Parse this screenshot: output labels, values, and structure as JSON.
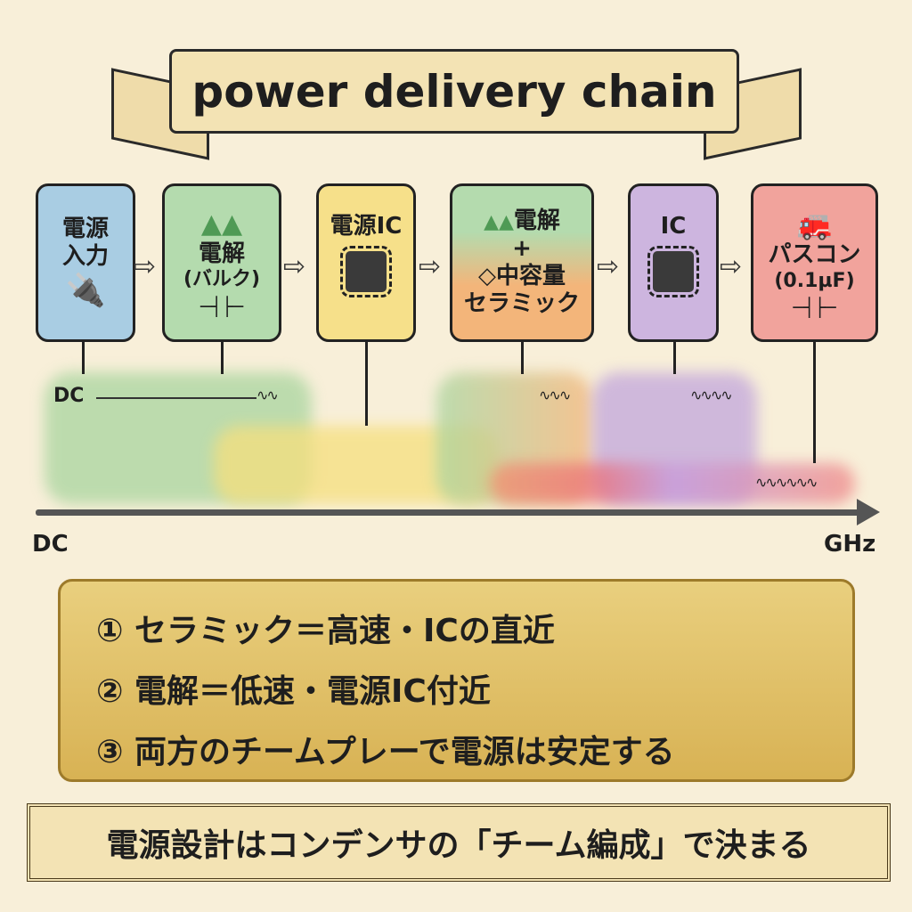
{
  "title": "power delivery chain",
  "blocks": [
    {
      "label": "電源入力",
      "icon": "plug-icon",
      "color": "#a9cde3"
    },
    {
      "label": "電解",
      "sub": "(バルク)",
      "icon": "mountain-icon",
      "color": "#b4dbae"
    },
    {
      "label": "電源IC",
      "icon": "chip-icon",
      "color": "#f6e08a"
    },
    {
      "label": "電解",
      "plus": "+",
      "sub": "◇中容量",
      "sub2": "セラミック",
      "icon": "mountain-icon",
      "color": "#f3b57a"
    },
    {
      "label": "IC",
      "icon": "chip-icon",
      "color": "#cdb5df"
    },
    {
      "label": "パスコン",
      "sub": "(0.1µF)",
      "icon": "fire-truck-icon",
      "color": "#f1a39c"
    }
  ],
  "axis": {
    "start": "DC",
    "end": "GHz",
    "band_label": "DC"
  },
  "points": [
    "① セラミック＝高速・ICの直近",
    "② 電解＝低速・電源IC付近",
    "③ 両方のチームプレーで電源は安定する"
  ],
  "conclusion": "電源設計はコンデンサの「チーム編成」で決まる"
}
